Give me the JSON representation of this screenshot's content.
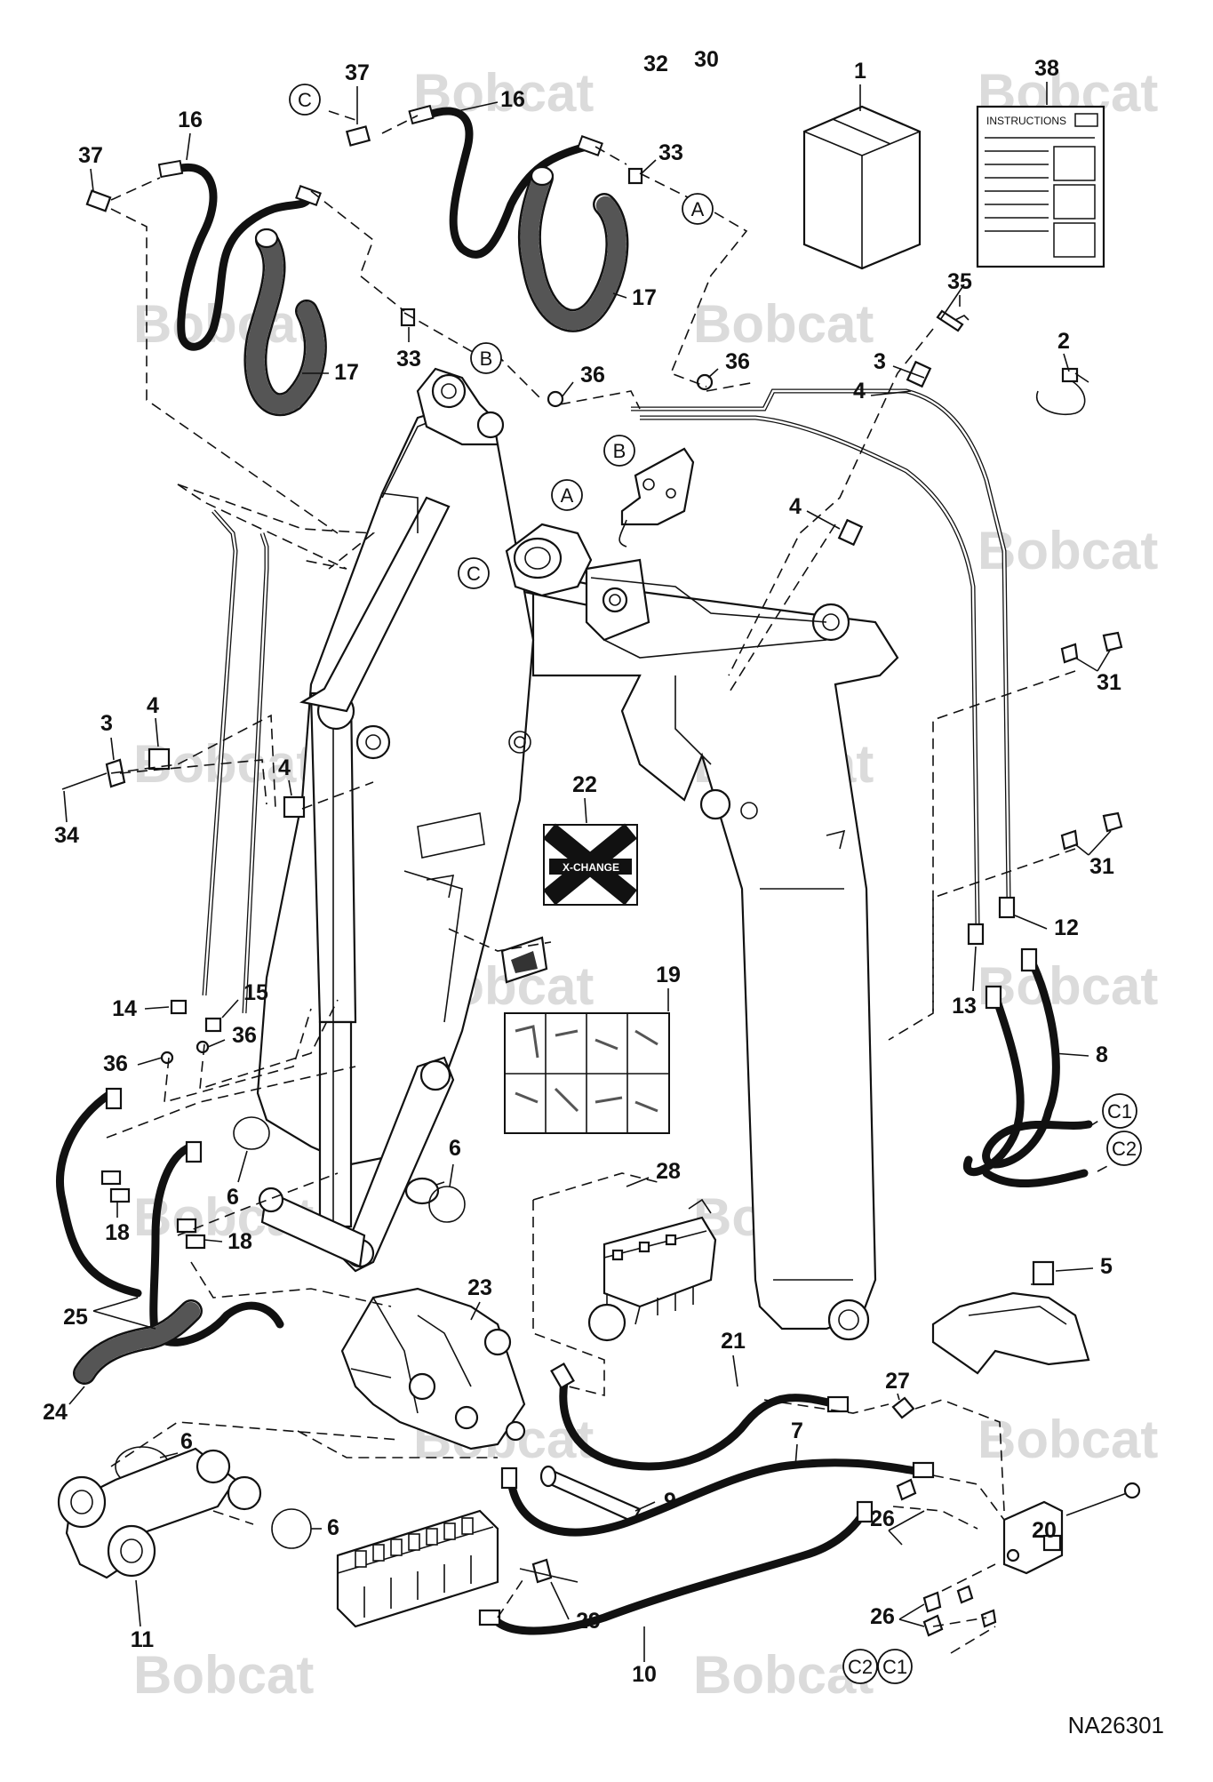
{
  "drawing": {
    "reference_code": "NA26301",
    "watermark_text": "Bobcat",
    "decal_x_change_text": "X-CHANGE",
    "instructions_title": "INSTRUCTIONS",
    "callouts": {
      "c1": "1",
      "c2": "2",
      "c3a": "3",
      "c3b": "3",
      "c4a": "4",
      "c4b": "4",
      "c4c": "4",
      "c4d": "4",
      "c5": "5",
      "c6a": "6",
      "c6b": "6",
      "c6c": "6",
      "c6d": "6",
      "c7": "7",
      "c8": "8",
      "c9": "9",
      "c10": "10",
      "c11": "11",
      "c12": "12",
      "c13": "13",
      "c14": "14",
      "c15": "15",
      "c16a": "16",
      "c16b": "16",
      "c17a": "17",
      "c17b": "17",
      "c18a": "18",
      "c18b": "18",
      "c19": "19",
      "c20": "20",
      "c21": "21",
      "c22": "22",
      "c23": "23",
      "c24": "24",
      "c25": "25",
      "c26a": "26",
      "c26b": "26",
      "c27": "27",
      "c28": "28",
      "c29": "29",
      "c30": "30",
      "c31a": "31",
      "c31b": "31",
      "c32": "32",
      "c33a": "33",
      "c33b": "33",
      "c34": "34",
      "c35": "35",
      "c36a": "36",
      "c36b": "36",
      "c36c": "36",
      "c36d": "36",
      "c37a": "37",
      "c37b": "37",
      "c38": "38"
    },
    "connection_markers": {
      "a1": "A",
      "a2": "A",
      "b1": "B",
      "b2": "B",
      "c1": "C",
      "c2": "C",
      "c1a": "C1",
      "c2a": "C2",
      "c2b": "C2",
      "c1b": "C1"
    }
  }
}
